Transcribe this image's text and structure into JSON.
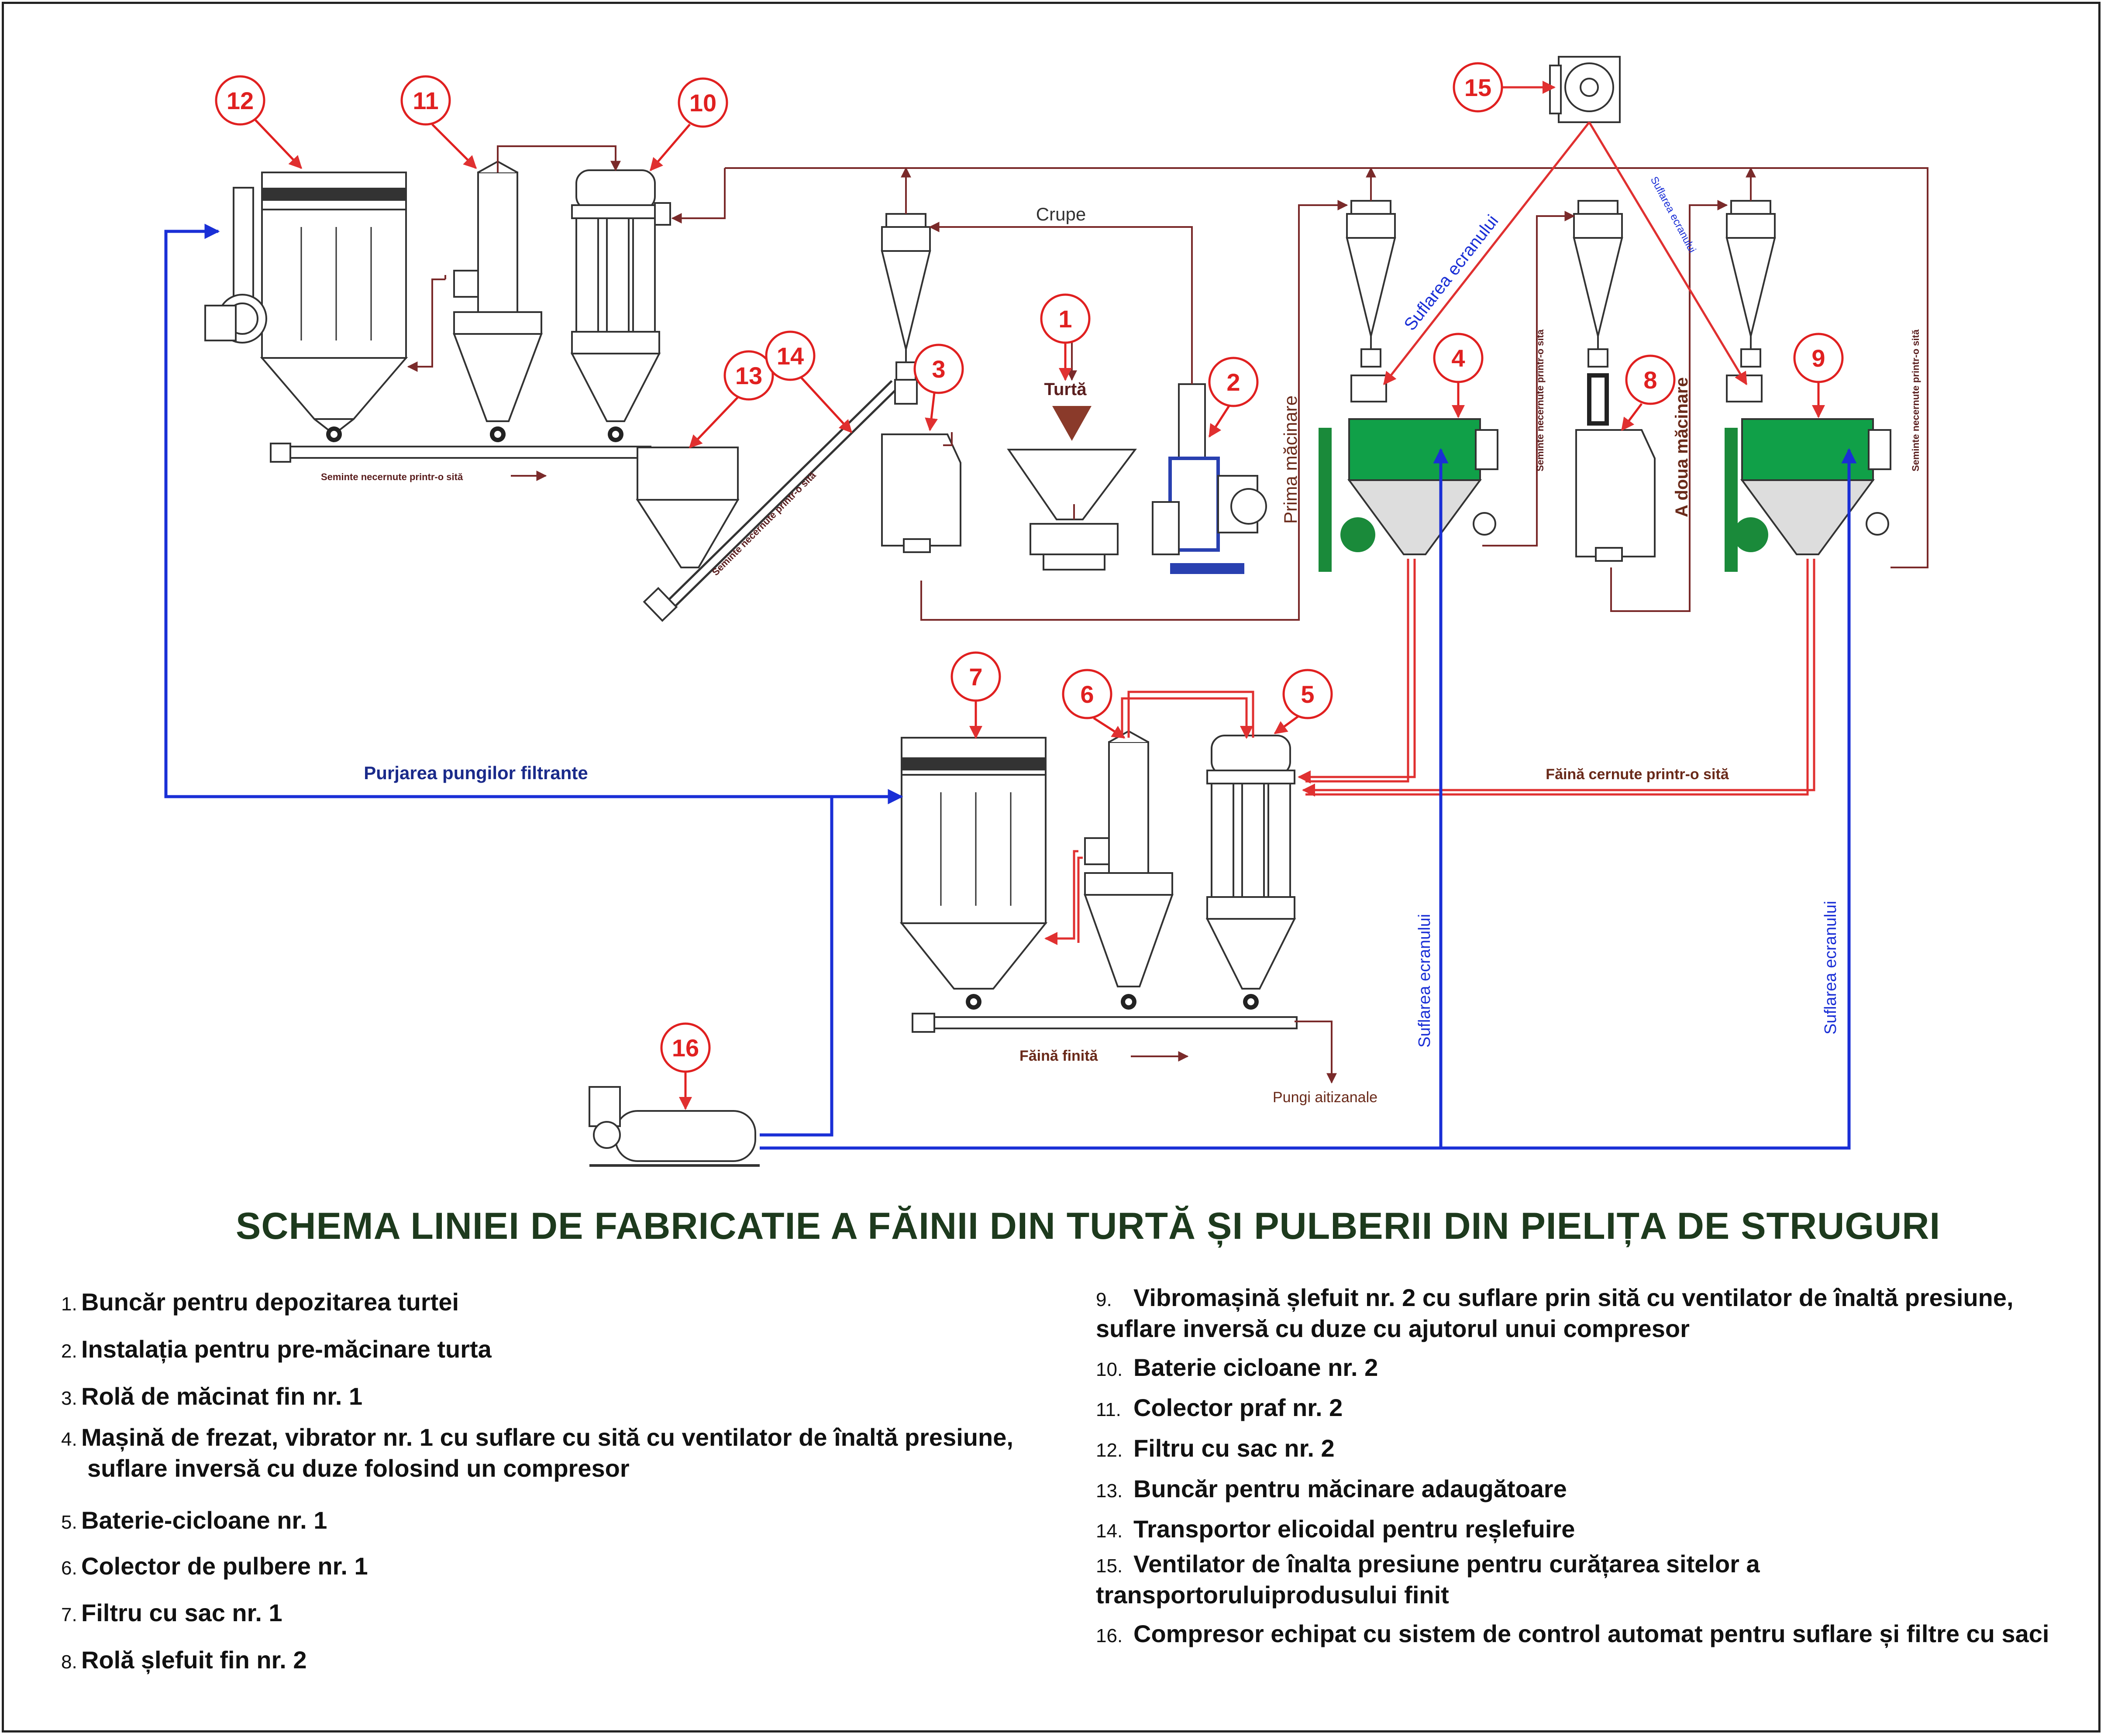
{
  "title": "SCHEMA LINIEI DE FABRICATIE A FĂINII DIN TURTĂ ȘI PULBERII DIN  PIELIȚA DE STRUGURI",
  "colors": {
    "flow_line": "#7a2a2a",
    "red_line": "#e03030",
    "blue_line": "#1a2fd6",
    "equipment_green": "#10a048",
    "marker": "#e02020"
  },
  "markers": [
    "1",
    "2",
    "3",
    "4",
    "5",
    "6",
    "7",
    "8",
    "9",
    "10",
    "11",
    "12",
    "13",
    "14",
    "15",
    "16"
  ],
  "labels": {
    "turta": "Turtă",
    "crupe": "Crupe",
    "prima": "Prima măcinare",
    "adoua": "A doua măcinare",
    "seminte1": "Seminte necernute printr-o sită",
    "seminte2": "Seminte necernute printr-o sită",
    "seminte3": "Seminte necernute printr-o sită",
    "seminte4": "Seminte necernute printr-o sită",
    "suflarea1": "Suflarea ecranului",
    "suflarea2": "Suflarea ecranului",
    "suflarea3": "Suflarea ecranului",
    "suflarea4": "Suflarea ecranului",
    "purjarea": "Purjarea pungilor filtrante",
    "faina_cernute": "Făină cernute printr-o sită",
    "faina_finita": "Făină finită",
    "pungi": "Pungi aitizanale"
  },
  "legend_left": [
    {
      "num": "1.",
      "text": "Buncăr pentru depozitarea turtei"
    },
    {
      "num": "2.",
      "text": "Instalația pentru pre-măcinare turta"
    },
    {
      "num": "3.",
      "text": "Rolă de măcinat fin nr. 1"
    },
    {
      "num": "4.",
      "text": "Mașină de frezat, vibrator nr. 1 cu suflare cu sită cu ventilator de înaltă presiune,",
      "cont": "suflare inversă cu duze folosind un compresor"
    },
    {
      "num": "5.",
      "text": "Baterie-cicloane nr. 1"
    },
    {
      "num": "6.",
      "text": "Colector de pulbere nr. 1"
    },
    {
      "num": "7.",
      "text": "Filtru cu sac nr. 1"
    },
    {
      "num": "8.",
      "text": "Rolă șlefuit fin nr. 2"
    }
  ],
  "legend_right": [
    {
      "num": "9.",
      "text": "Vibromașină  șlefuit nr. 2 cu suflare prin sită cu ventilator de înaltă presiune,",
      "cont": "suflare inversă cu duze cu ajutorul unui compresor"
    },
    {
      "num": "10.",
      "text": "Baterie cicloane nr. 2"
    },
    {
      "num": "11.",
      "text": "Colector  praf nr. 2"
    },
    {
      "num": "12.",
      "text": "Filtru cu sac nr. 2"
    },
    {
      "num": "13.",
      "text": "Buncăr pentru măcinare adaugătoare"
    },
    {
      "num": "14.",
      "text": "Transportor  elicoidal pentru reșlefuire"
    },
    {
      "num": "15.",
      "text": "Ventilator de înalta presiune pentru curățarea sitelor a",
      "cont": "transportoruluiprodusului finit"
    },
    {
      "num": "16.",
      "text": "Compresor echipat cu sistem de control automat pentru suflare și filtre cu saci"
    }
  ]
}
